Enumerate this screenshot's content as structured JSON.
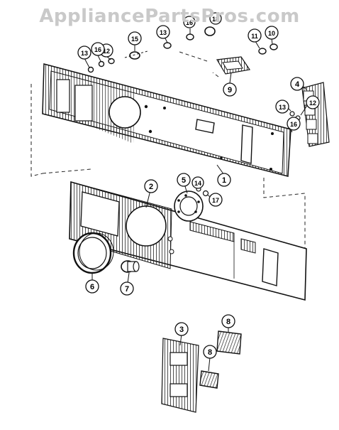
{
  "watermark": "AppliancePartsPros.com",
  "callouts": {
    "c1": "1",
    "c2": "2",
    "c3": "3",
    "c4": "4",
    "c5": "5",
    "c6": "6",
    "c7": "7",
    "c8a": "8",
    "c8b": "8",
    "c9": "9",
    "c10": "10",
    "c11": "11",
    "c12a": "12",
    "c12b": "12",
    "c13a": "13",
    "c13b": "13",
    "c13c": "13",
    "c14": "14",
    "c15": "15",
    "c16a": "16",
    "c16b": "16",
    "c16c": "16",
    "c17": "17",
    "c18": "18"
  },
  "colors": {
    "ink": "#1a1a1a",
    "watermark": "#c9c9c9",
    "bubble_fill": "#ffffff"
  }
}
